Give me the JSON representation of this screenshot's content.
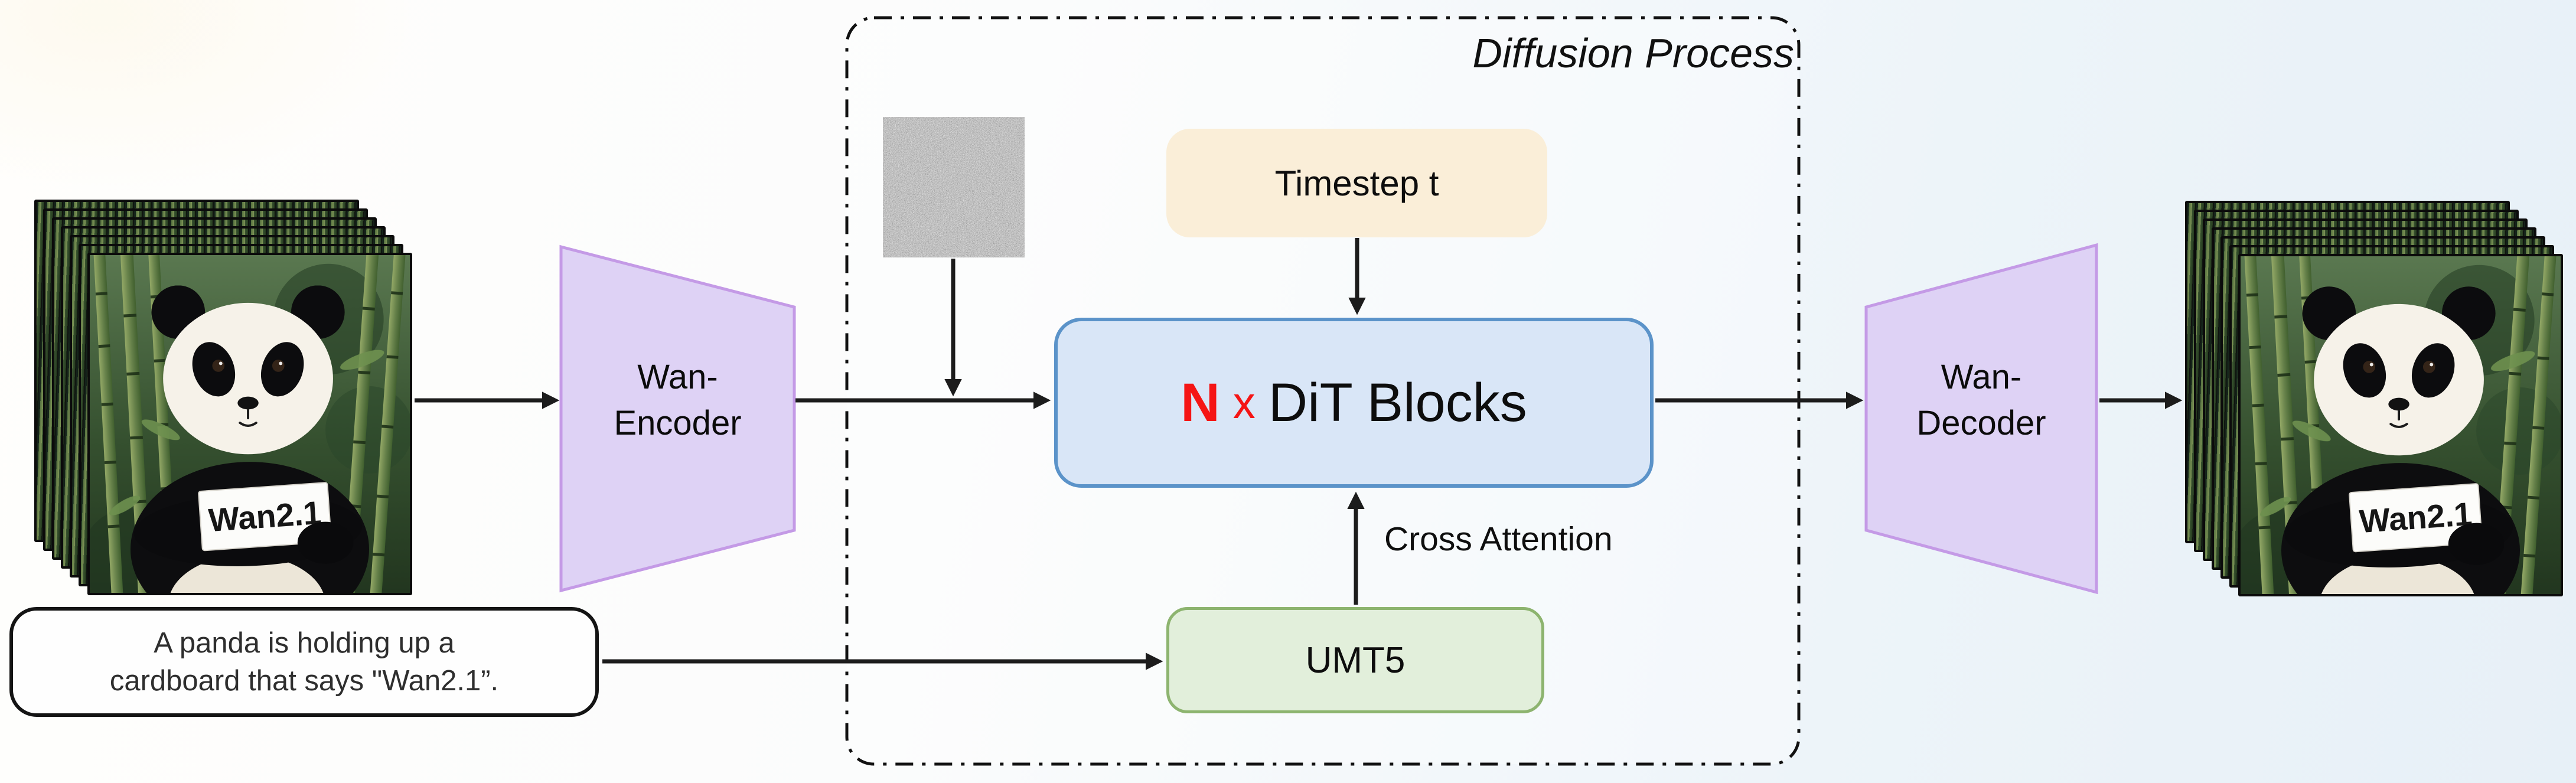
{
  "title": "Diffusion Process",
  "prompt": {
    "line1": "A panda is holding up a",
    "line2": "cardboard that says \"Wan2.1”."
  },
  "encoder": {
    "line1": "Wan-",
    "line2": "Encoder"
  },
  "decoder": {
    "line1": "Wan-",
    "line2": "Decoder"
  },
  "timestep": {
    "label": "Timestep t"
  },
  "dit": {
    "n": "N",
    "times": "x",
    "label": "DiT Blocks"
  },
  "cross_attention": {
    "label": "Cross Attention"
  },
  "text_encoder": {
    "label": "UMT5"
  },
  "panda_sign": {
    "text": "Wan2.1"
  },
  "colors": {
    "dit_fill": "#d9e6f7",
    "dit_border": "#5b93c9",
    "dit_n_red": "#f51515",
    "timestep_fill": "#faeed8",
    "umt5_fill": "#e2efdb",
    "umt5_border": "#8db46f",
    "vae_fill": "#ded2f5",
    "vae_border": "#c49ae6",
    "arrow_color": "#1c1c1c",
    "prompt_border": "#141414",
    "background_right": "#e7f0f7"
  }
}
